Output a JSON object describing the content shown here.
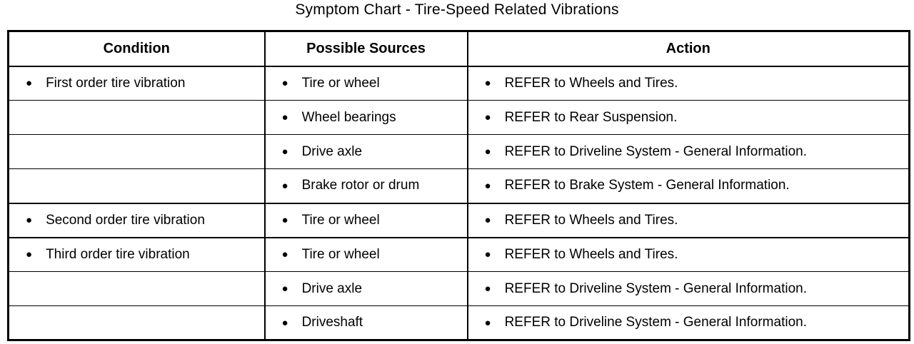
{
  "title": "Symptom Chart - Tire-Speed Related Vibrations",
  "bullet_glyph": "●",
  "colors": {
    "text": "#000000",
    "background": "#ffffff",
    "border": "#000000"
  },
  "table": {
    "headers": [
      "Condition",
      "Possible Sources",
      "Action"
    ],
    "rows": [
      {
        "condition": "First order tire vibration",
        "source": "Tire or wheel",
        "action": "REFER to Wheels and Tires."
      },
      {
        "condition": "",
        "source": "Wheel bearings",
        "action": "REFER to Rear Suspension."
      },
      {
        "condition": "",
        "source": "Drive axle",
        "action": "REFER to Driveline System - General Information."
      },
      {
        "condition": "",
        "source": "Brake rotor or drum",
        "action": "REFER to Brake System - General Information."
      },
      {
        "condition": "Second order tire vibration",
        "source": "Tire or wheel",
        "action": "REFER to Wheels and Tires."
      },
      {
        "condition": "Third order tire vibration",
        "source": "Tire or wheel",
        "action": "REFER to Wheels and Tires."
      },
      {
        "condition": "",
        "source": "Drive axle",
        "action": "REFER to Driveline System - General Information."
      },
      {
        "condition": "",
        "source": "Driveshaft",
        "action": "REFER to Driveline System - General Information."
      }
    ]
  }
}
